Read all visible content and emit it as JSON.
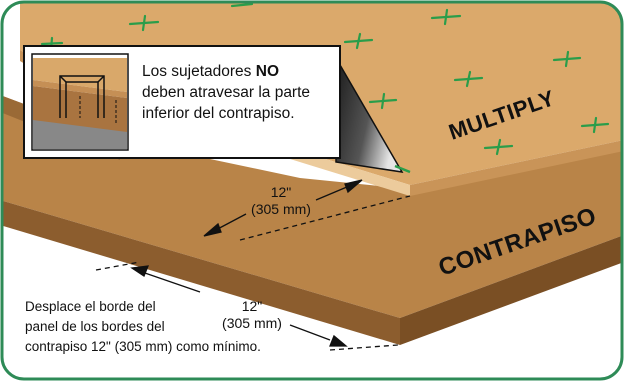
{
  "labels": {
    "multiply": "MULTIPLY",
    "contrapiso": "CONTRAPISO"
  },
  "callout": {
    "line1_prefix": "Los sujetadores ",
    "line1_bold": "NO",
    "line2": "deben atravesar la parte",
    "line3": "inferior del contrapiso."
  },
  "dimension_upper": {
    "value": "12\"",
    "metric": "(305 mm)"
  },
  "dimension_lower": {
    "value": "12\"",
    "metric": "(305 mm)"
  },
  "note": {
    "line1": "Desplace el borde del",
    "line2": "panel de los bordes del",
    "line3": "contrapiso 12\" (305 mm) como mínimo."
  },
  "colors": {
    "frame": "#2e8b57",
    "multiply_top": "#d9a86a",
    "multiply_edge": "#e7c79a",
    "contrapiso_top": "#b07a42",
    "contrapiso_side": "#8a5a2b",
    "fastener": "#2a9d4a"
  }
}
